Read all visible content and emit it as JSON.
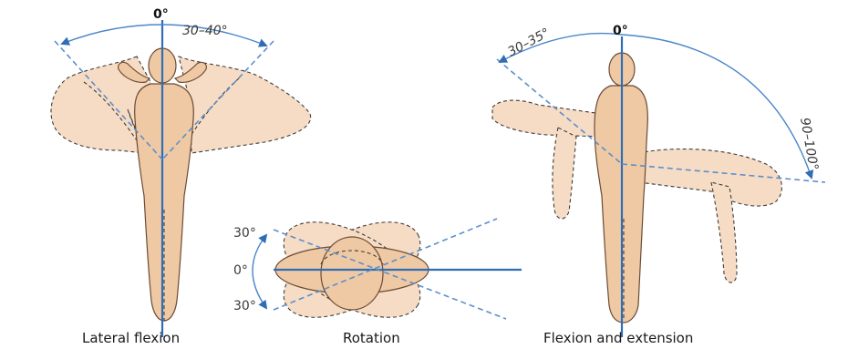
{
  "panels": {
    "lateral": {
      "zero_label": "0°",
      "angle_label": "30–40°",
      "caption": "Lateral flexion"
    },
    "rotation": {
      "top_label": "30°",
      "zero_label": "0°",
      "bottom_label": "30°",
      "caption": "Rotation"
    },
    "flexion": {
      "zero_label": "0°",
      "extension_label": "30–35°",
      "flexion_label": "90–100°",
      "caption": "Flexion and extension"
    }
  },
  "colors": {
    "skin": "#efc9a4",
    "ghost": "#f6dcc4",
    "axis": "#2f6db5",
    "outline": "#3d3d3d"
  }
}
